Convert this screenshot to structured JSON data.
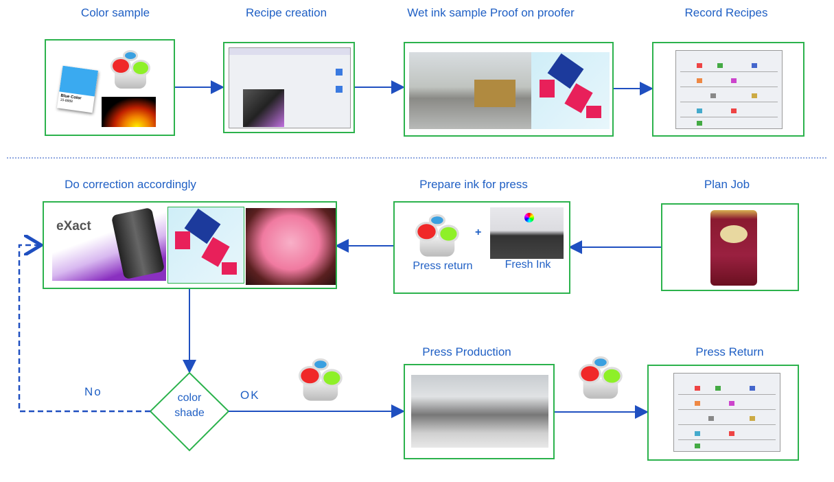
{
  "steps": {
    "color_sample": {
      "title": "Color sample",
      "swatch_label": "Blue Color",
      "swatch_code": "15-8888"
    },
    "recipe_creation": {
      "title": "Recipe creation"
    },
    "wet_ink_proof": {
      "title": "Wet ink sample Proof on proofer"
    },
    "record_recipes": {
      "title": "Record Recipes"
    },
    "do_correction": {
      "title": "Do correction accordingly",
      "logo_text": "eXact"
    },
    "prepare_ink": {
      "title": "Prepare ink for press",
      "press_return_label": "Press return",
      "plus": "+",
      "fresh_ink_label": "Fresh Ink"
    },
    "plan_job": {
      "title": "Plan Job"
    },
    "press_production": {
      "title": "Press Production"
    },
    "press_return": {
      "title": "Press Return"
    }
  },
  "decision": {
    "label_line1": "color",
    "label_line2": "shade",
    "no_label": "No",
    "ok_label": "OK"
  },
  "colors": {
    "text": "#1f5fc4",
    "box_border": "#2bb24c",
    "arrow": "#1f4fc0"
  }
}
